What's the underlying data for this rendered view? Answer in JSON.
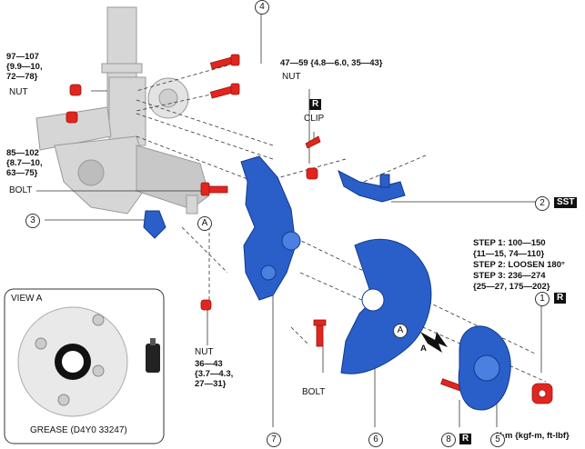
{
  "torques": {
    "nut_top": [
      "97—107",
      "{9.9—10,",
      "72—78}"
    ],
    "bolt_left": [
      "85—102",
      "{8.7—10,",
      "63—75}"
    ],
    "nut_clip": "47—59 {4.8—6.0, 35—43}",
    "nut_lower": [
      "36—43",
      "{3.7—4.3,",
      "27—31}"
    ],
    "steps": [
      "STEP 1: 100—150",
      "{11—15, 74—110}",
      "STEP 2: LOOSEN 180°",
      "STEP 3: 236—274",
      "{25—27, 175—202}"
    ]
  },
  "labels": {
    "nut": "NUT",
    "bolt": "BOLT",
    "clip": "CLIP",
    "r": "R",
    "sst": "SST",
    "view_a": "VIEW A",
    "grease": "GREASE (D4Y0 33247)",
    "view_marker": "A",
    "unit": "N·m {kgf-m, ft-lbf}"
  },
  "callouts": {
    "c1": "1",
    "c2": "2",
    "c3": "3",
    "c4": "4",
    "c5": "5",
    "c6": "6",
    "c7": "7",
    "c8": "8"
  },
  "colors": {
    "part_blue": "#2a5fc9",
    "part_red": "#e0261e",
    "strut_grey": "#d4d4d4"
  }
}
